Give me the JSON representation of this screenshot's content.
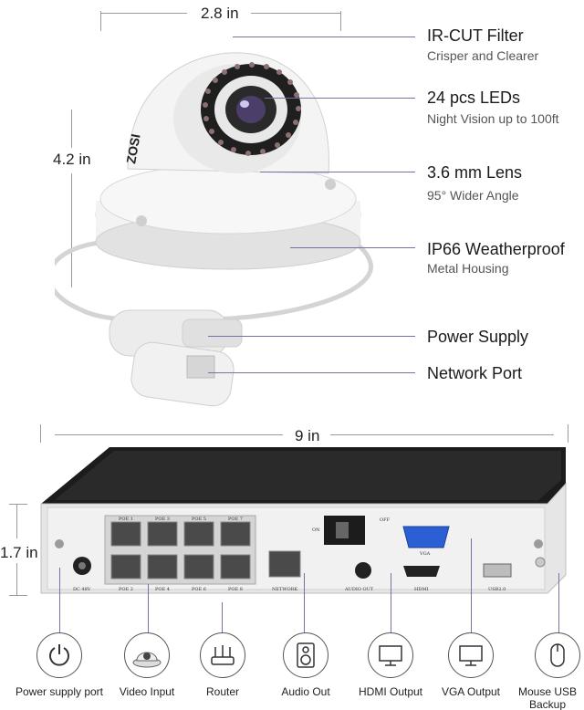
{
  "camera": {
    "width_label": "2.8 in",
    "height_label": "4.2 in",
    "brand": "ZOSI"
  },
  "features": [
    {
      "title": "IR-CUT Filter",
      "subtitle": "Crisper and Clearer"
    },
    {
      "title": "24 pcs LEDs",
      "subtitle": "Night Vision up to 100ft"
    },
    {
      "title": "3.6 mm Lens",
      "subtitle": "95° Wider Angle"
    },
    {
      "title": "IP66 Weatherproof",
      "subtitle": "Metal Housing"
    },
    {
      "title": "Power Supply",
      "subtitle": ""
    },
    {
      "title": "Network Port",
      "subtitle": ""
    }
  ],
  "nvr": {
    "width_label": "9 in",
    "height_label": "1.7 in",
    "poe_top": [
      "POE 1",
      "POE 3",
      "POE 5",
      "POE 7"
    ],
    "poe_bottom": [
      "POE 2",
      "POE 4",
      "POE 6",
      "POE 8"
    ],
    "dc_label": "DC 48V",
    "network_label": "NETWORK",
    "audio_label": "AUDIO OUT",
    "vga_label": "VGA",
    "hdmi_label": "HDMI",
    "usb_label": "USB2.0",
    "on_label": "ON",
    "off_label": "OFF"
  },
  "connections": [
    {
      "label": "Power supply port",
      "icon": "power-icon"
    },
    {
      "label": "Video Input",
      "icon": "camera-icon"
    },
    {
      "label": "Router",
      "icon": "router-icon"
    },
    {
      "label": "Audio Out",
      "icon": "speaker-icon"
    },
    {
      "label": "HDMI Output",
      "icon": "monitor-icon"
    },
    {
      "label": "VGA Output",
      "icon": "monitor-icon"
    },
    {
      "label": "Mouse USB Backup",
      "icon": "mouse-icon"
    }
  ]
}
